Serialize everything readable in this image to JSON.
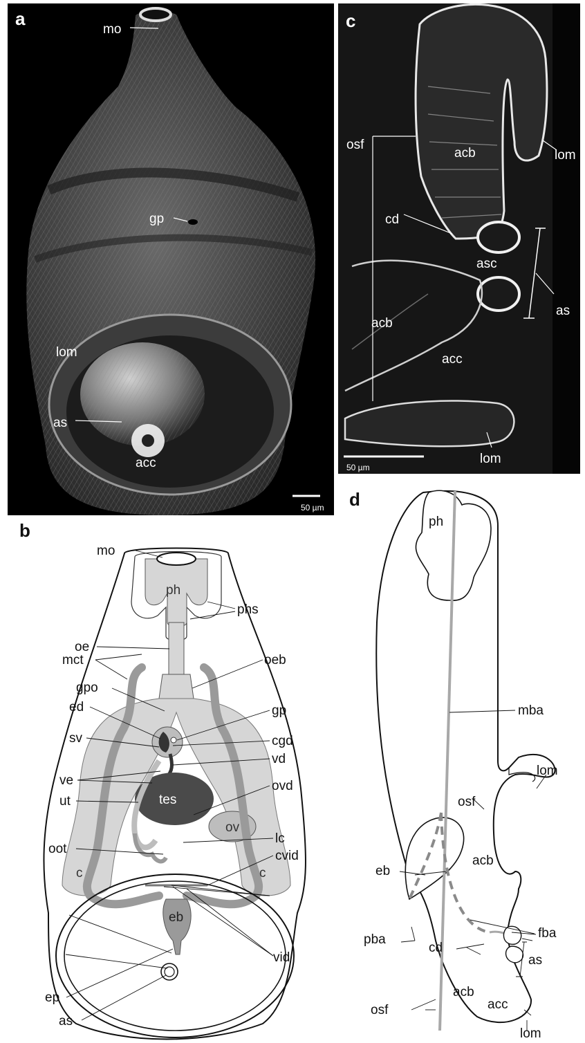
{
  "panels": {
    "a": {
      "letter": "a",
      "labels": {
        "mo": "mo",
        "gp": "gp",
        "lom": "lom",
        "as": "as",
        "acc": "acc"
      },
      "scale": "50 µm"
    },
    "b": {
      "letter": "b",
      "labels": {
        "mo": "mo",
        "ph": "ph",
        "phs": "phs",
        "oe": "oe",
        "mct": "mct",
        "oeb": "oeb",
        "gpo": "gpo",
        "ed": "ed",
        "gp": "gp",
        "sv": "sv",
        "cgd": "cgd",
        "vd": "vd",
        "ve": "ve",
        "tes": "tes",
        "ovd": "ovd",
        "ut": "ut",
        "ov": "ov",
        "lc": "lc",
        "oot": "oot",
        "c_left": "c",
        "c_right": "c",
        "cvid": "cvid",
        "eb": "eb",
        "vid": "vid",
        "ep": "ep",
        "as": "as"
      }
    },
    "c": {
      "letter": "c",
      "labels": {
        "osf": "osf",
        "acb_top": "acb",
        "lom_top": "lom",
        "cd": "cd",
        "asc": "asc",
        "as": "as",
        "acb_bottom": "acb",
        "acc": "acc",
        "lom_bottom": "lom"
      },
      "scale": "50 µm"
    },
    "d": {
      "letter": "d",
      "labels": {
        "ph": "ph",
        "mba": "mba",
        "lom_top": "lom",
        "osf_top": "osf",
        "eb": "eb",
        "acb_top": "acb",
        "pba": "pba",
        "fba": "fba",
        "cd": "cd",
        "as": "as",
        "osf_bottom": "osf",
        "acb_bottom": "acb",
        "acc": "acc",
        "lom_bottom": "lom"
      }
    }
  },
  "colors": {
    "micrograph_bg": "#000000",
    "pharynx_fill": "#d6d6d6",
    "duct_fill": "#9a9a9a",
    "testis_fill": "#4a4a4a",
    "nerve_line": "#a8a8a8"
  }
}
